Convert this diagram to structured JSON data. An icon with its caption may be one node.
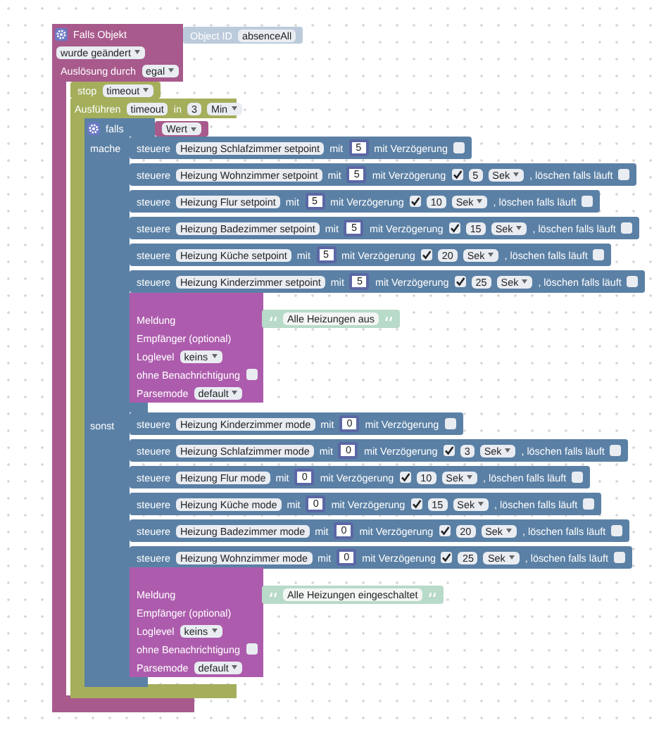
{
  "diagram": {
    "nodes": [
      {
        "text": [
          "Falls Objekt",
          "wurde geändert",
          "Auslösung durch",
          "egal"
        ]
      },
      {
        "text": [
          "Object ID",
          "absenceAll"
        ]
      },
      {
        "text": [
          "stop",
          "timeout"
        ]
      },
      {
        "text": [
          "Ausführen",
          "timeout",
          "in",
          "3",
          "Min"
        ]
      },
      {
        "text": [
          "falls",
          "mache",
          "sonst"
        ]
      },
      {
        "text": [
          "Wert"
        ]
      },
      {
        "text": [
          "steuere",
          "Heizung Schlafzimmer setpoint",
          "mit",
          "5",
          "mit Verzögerung"
        ]
      },
      {
        "text": [
          "steuere",
          "Heizung Wohnzimmer setpoint",
          "mit",
          "5",
          "mit Verzögerung",
          "5",
          "Sek",
          ", löschen falls läuft"
        ]
      },
      {
        "text": [
          "steuere",
          "Heizung Flur setpoint",
          "mit",
          "5",
          "mit Verzögerung",
          "10",
          "Sek",
          ", löschen falls läuft"
        ]
      },
      {
        "text": [
          "steuere",
          "Heizung Badezimmer setpoint",
          "mit",
          "5",
          "mit Verzögerung",
          "15",
          "Sek",
          ", löschen falls läuft"
        ]
      },
      {
        "text": [
          "steuere",
          "Heizung Küche setpoint",
          "mit",
          "5",
          "mit Verzögerung",
          "20",
          "Sek",
          ", löschen falls läuft"
        ]
      },
      {
        "text": [
          "steuere",
          "Heizung Kinderzimmer setpoint",
          "mit",
          "5",
          "mit Verzögerung",
          "25",
          "Sek",
          ", löschen falls läuft"
        ]
      },
      {
        "text": [
          "Meldung",
          "Empfänger (optional)",
          "Loglevel",
          "keins",
          "ohne Benachrichtigung",
          "Parsemode",
          "default"
        ]
      },
      {
        "text": [
          "Alle Heizungen aus"
        ]
      },
      {
        "text": [
          "steuere",
          "Heizung Kinderzimmer mode",
          "mit",
          "0",
          "mit Verzögerung"
        ]
      },
      {
        "text": [
          "steuere",
          "Heizung Schlafzimmer mode",
          "mit",
          "0",
          "mit Verzögerung",
          "3",
          "Sek",
          ", löschen falls läuft"
        ]
      },
      {
        "text": [
          "steuere",
          "Heizung Flur mode",
          "mit",
          "0",
          "mit Verzögerung",
          "10",
          "Sek",
          ", löschen falls läuft"
        ]
      },
      {
        "text": [
          "steuere",
          "Heizung Küche mode",
          "mit",
          "0",
          "mit Verzögerung",
          "15",
          "Sek",
          ", löschen falls läuft"
        ]
      },
      {
        "text": [
          "steuere",
          "Heizung Badezimmer mode",
          "mit",
          "0",
          "mit Verzögerung",
          "20",
          "Sek",
          ", löschen falls läuft"
        ]
      },
      {
        "text": [
          "steuere",
          "Heizung Wohnzimmer mode",
          "mit",
          "0",
          "mit Verzögerung",
          "25",
          "Sek",
          ", löschen falls läuft"
        ]
      },
      {
        "text": [
          "Meldung",
          "Empfänger (optional)",
          "Loglevel",
          "keins",
          "ohne Benachrichtigung",
          "Parsemode",
          "default"
        ]
      },
      {
        "text": [
          "Alle Heizungen eingeschaltet"
        ]
      }
    ]
  }
}
